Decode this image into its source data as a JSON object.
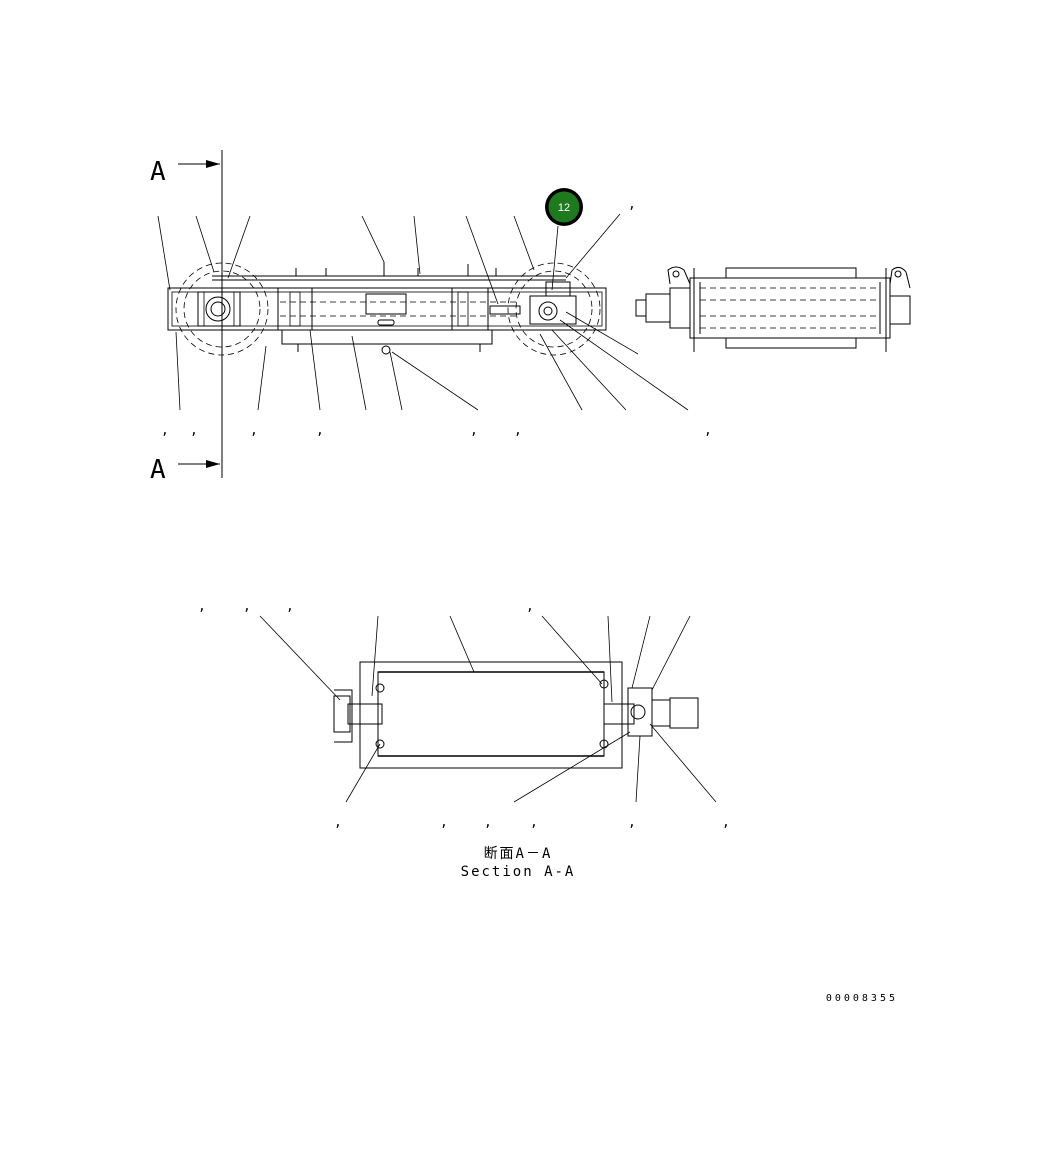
{
  "section_marker": {
    "top": "A",
    "bottom": "A"
  },
  "callout": {
    "number": "12",
    "fill": "#1f7a1f",
    "ring": "#000000"
  },
  "caption": {
    "jp": "断面A－A",
    "en": "Section A-A"
  },
  "doc_number": "00008355",
  "commas": {
    "top": [
      ",",
      ",",
      ",",
      ",",
      ",",
      ",",
      ",",
      ","
    ],
    "top_right": ",",
    "mid": [
      ",",
      ",",
      ",",
      ","
    ],
    "bottom": [
      ",",
      ",",
      ",",
      ",",
      ",",
      ","
    ]
  }
}
